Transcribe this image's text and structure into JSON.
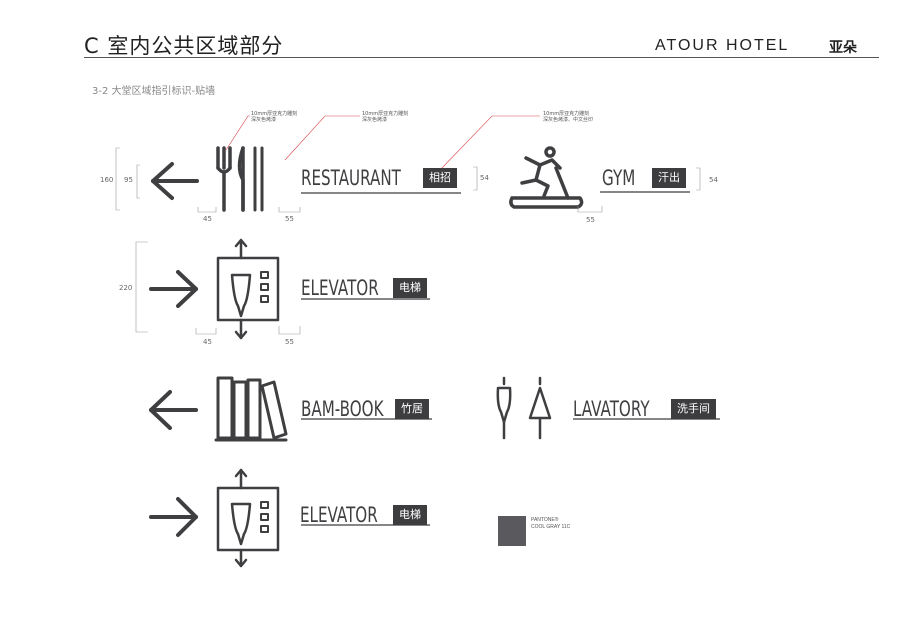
{
  "header": {
    "title": "C 室内公共区域部分",
    "brand": "ATOUR HOTEL",
    "brand_cn": "亚朵"
  },
  "section": "3-2  大堂区域指引标识-贴墙",
  "notes": {
    "n1": [
      "10mm厚亚克力雕刻",
      "深灰色烤漆"
    ],
    "n2": [
      "10mm厚亚克力雕刻",
      "深灰色烤漆"
    ],
    "n3": [
      "10mm厚亚克力雕刻",
      "深灰色烤漆、中文丝印"
    ]
  },
  "dimensions": {
    "h160": "160",
    "h95": "95",
    "w45a": "45",
    "w55a": "55",
    "r54a": "54",
    "r54b": "54",
    "w55b": "55",
    "h220": "220",
    "w45b": "45",
    "w55c": "55"
  },
  "signs": [
    {
      "word": "RESTAURANT",
      "tag": "相招"
    },
    {
      "word": "GYM",
      "tag": "汗出"
    },
    {
      "word": "ELEVATOR",
      "tag": "电梯"
    },
    {
      "word": "BAM-BOOK",
      "tag": "竹居"
    },
    {
      "word": "LAVATORY",
      "tag": "洗手间"
    },
    {
      "word": "ELEVATOR",
      "tag": "电梯"
    }
  ],
  "color_swatch": {
    "lines": [
      "PANTONE®",
      "COOL GRAY 11C"
    ],
    "hex": "#5a5a5e"
  }
}
